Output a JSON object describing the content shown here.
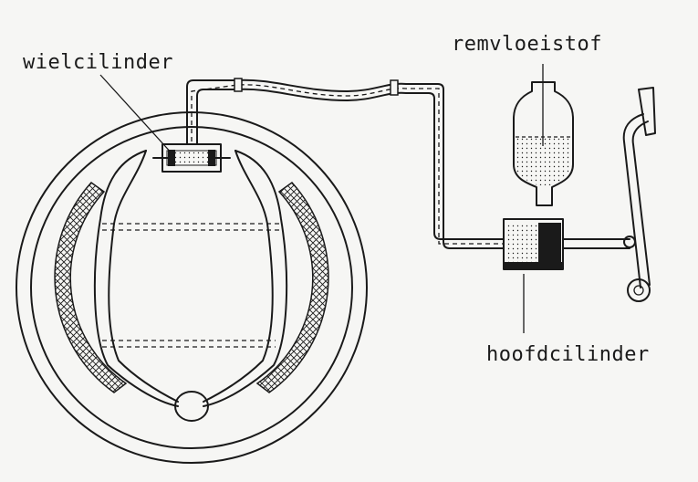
{
  "labels": {
    "wheel_cylinder": "wielcilinder",
    "brake_fluid": "remvloeistof",
    "master_cylinder": "hoofdcilinder"
  },
  "colors": {
    "ink": "#1a1a1a",
    "paper": "#f6f6f4"
  }
}
